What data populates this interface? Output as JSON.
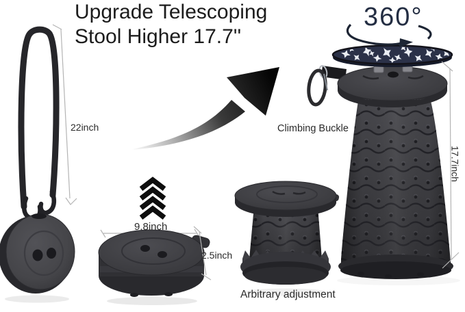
{
  "title": {
    "line1": "Upgrade Telescoping",
    "line2": "Stool Higher 17.7''"
  },
  "annotations": {
    "rotation": "360°",
    "climbing_buckle": "Climbing Buckle",
    "extended_height": "17.7inch",
    "strap_length": "22inch",
    "seat_diameter": "9.8inch",
    "folded_height": "2.5inch",
    "adjustment": "Arbitrary adjustment"
  },
  "icons": {
    "rotation-arrows-icon": "curved arc arrows circling the 360° text",
    "up-chevrons-icon": "four stacked upward chevron arrows",
    "swoosh-arrow-icon": "large curved arrow pointing upper-right",
    "carabiner-icon": "climbing carabiner hanging from seat strap",
    "dimension-line": "thin gray measurement line with end ticks"
  },
  "colors": {
    "background": "#ffffff",
    "title_text": "#1c1c1c",
    "label_text": "#2b2b2b",
    "rotation_text": "#232d42",
    "stool_body_gray": "#3a3a3e",
    "stool_dark_gray": "#242428",
    "camo_navy": "#2b3148",
    "camo_white": "#eaedf3",
    "dimension_line": "#b4b4b4",
    "arrow_black": "#0c0c0c"
  }
}
